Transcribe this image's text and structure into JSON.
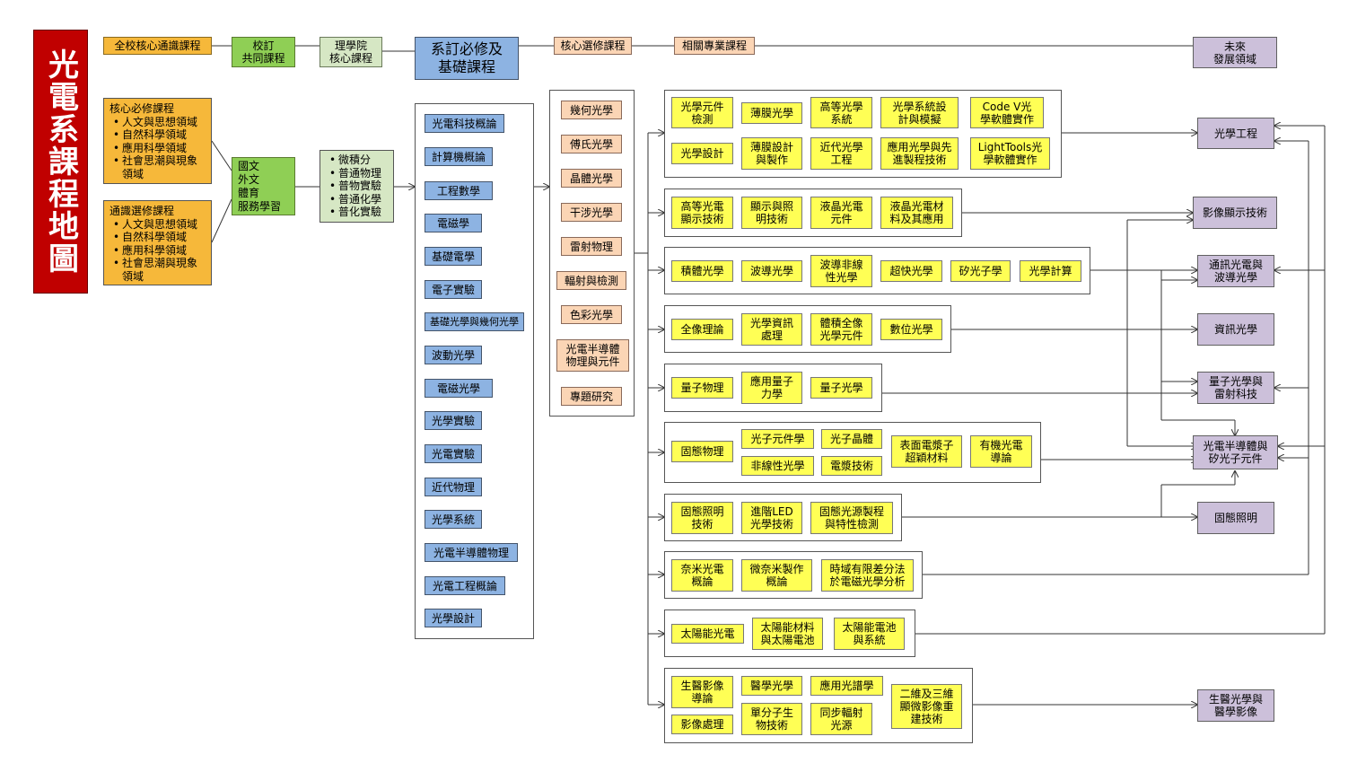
{
  "title": "光電系課程地圖",
  "top_row": {
    "general": "全校核心通識課程",
    "school": "校訂\n共同課程",
    "science": "理學院\n核心課程",
    "dept": "系訂必修及\n基礎課程",
    "core_elective": "核心選修課程",
    "related": "相關專業課程",
    "future": "未來\n發展領域"
  },
  "core_required": {
    "heading": "核心必修課程",
    "items": [
      "人文與思想領域",
      "自然科學領域",
      "應用科學領域",
      "社會思潮與現象\n領域"
    ]
  },
  "general_elective": {
    "heading": "通識選修課程",
    "items": [
      "人文與思想領域",
      "自然科學領域",
      "應用科學領域",
      "社會思潮與現象\n領域"
    ]
  },
  "school_courses": [
    "國文",
    "外文",
    "體育",
    "服務學習"
  ],
  "science_courses": [
    "微積分",
    "普通物理",
    "普物實驗",
    "普通化學",
    "普化實驗"
  ],
  "dept_courses": [
    "光電科技概論",
    "計算機概論",
    "工程數學",
    "電磁學",
    "基礎電學",
    "電子實驗",
    "基礎光學與幾何光學",
    "波動光學",
    "電磁光學",
    "光學實驗",
    "光電實驗",
    "近代物理",
    "光學系統",
    "光電半導體物理",
    "光電工程概論",
    "光學設計"
  ],
  "core_elective_courses": [
    "幾何光學",
    "傅氏光學",
    "晶體光學",
    "干涉光學",
    "雷射物理",
    "輻射與檢測",
    "色彩光學",
    "光電半導體\n物理與元件",
    "專題研究"
  ],
  "groups": {
    "g1": [
      "光學元件\n檢測",
      "薄膜光學",
      "高等光學\n系統",
      "光學系統設\n計與模擬",
      "Code V光\n學軟體實作",
      "光學設計",
      "薄膜設計\n與製作",
      "近代光學\n工程",
      "應用光學與先\n進製程技術",
      "LightTools光\n學軟體實作"
    ],
    "g2": [
      "高等光電\n顯示技術",
      "顯示與照\n明技術",
      "液晶光電\n元件",
      "液晶光電材\n料及其應用"
    ],
    "g3": [
      "積體光學",
      "波導光學",
      "波導非線\n性光學",
      "超快光學",
      "矽光子學",
      "光學計算"
    ],
    "g4": [
      "全像理論",
      "光學資訊\n處理",
      "體積全像\n光學元件",
      "數位光學"
    ],
    "g5": [
      "量子物理",
      "應用量子\n力學",
      "量子光學"
    ],
    "g6": [
      "固態物理",
      "光子元件學",
      "光子晶體",
      "表面電漿子\n超穎材料",
      "有機光電\n導論",
      "非線性光學",
      "電漿技術"
    ],
    "g7": [
      "固態照明\n技術",
      "進階LED\n光學技術",
      "固態光源製程\n與特性檢測"
    ],
    "g8": [
      "奈米光電\n概論",
      "微奈米製作\n概論",
      "時域有限差分法\n於電磁光學分析"
    ],
    "g9": [
      "太陽能光電",
      "太陽能材料\n與太陽電池",
      "太陽能電池\n與系統"
    ],
    "g10": [
      "生醫影像\n導論",
      "醫學光學",
      "應用光譜學",
      "二維及三維\n顯微影像重\n建技術",
      "影像處理",
      "單分子生\n物技術",
      "同步輻射\n光源"
    ]
  },
  "fields": [
    "光學工程",
    "影像顯示技術",
    "通訊光電與\n波導光學",
    "資訊光學",
    "量子光學與\n雷射科技",
    "光電半導體與\n矽光子元件",
    "固態照明",
    "生醫光學與\n醫學影像"
  ],
  "colors": {
    "title_bg": "#c00000",
    "orange": "#f6b83a",
    "green": "#8fcf55",
    "light_green": "#d6e7c4",
    "blue": "#8db3e2",
    "peach": "#fbd5b5",
    "yellow": "#ffff55",
    "purple": "#ccc0da"
  }
}
